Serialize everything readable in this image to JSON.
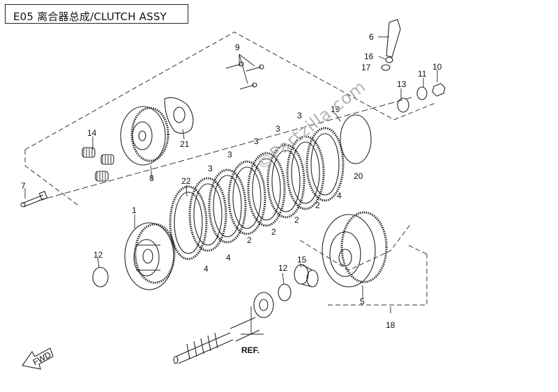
{
  "header": {
    "title": "E05 离合器总成/CLUTCH ASSY"
  },
  "watermark": "©Partzilla.com",
  "callouts": {
    "c1": "1",
    "c2a": "2",
    "c2b": "2",
    "c2c": "2",
    "c2d": "2",
    "c3a": "3",
    "c3b": "3",
    "c3c": "3",
    "c3d": "3",
    "c3e": "3",
    "c4a": "4",
    "c4b": "4",
    "c4c": "4",
    "c5": "5",
    "c6": "6",
    "c7": "7",
    "c8": "8",
    "c9": "9",
    "c10": "10",
    "c11": "11",
    "c12a": "12",
    "c12b": "12",
    "c13": "13",
    "c14": "14",
    "c15": "15",
    "c16": "16",
    "c17": "17",
    "c18": "18",
    "c19": "19",
    "c20": "20",
    "c21": "21",
    "c22": "22",
    "ref": "REF."
  },
  "fwd_label": "FWD"
}
